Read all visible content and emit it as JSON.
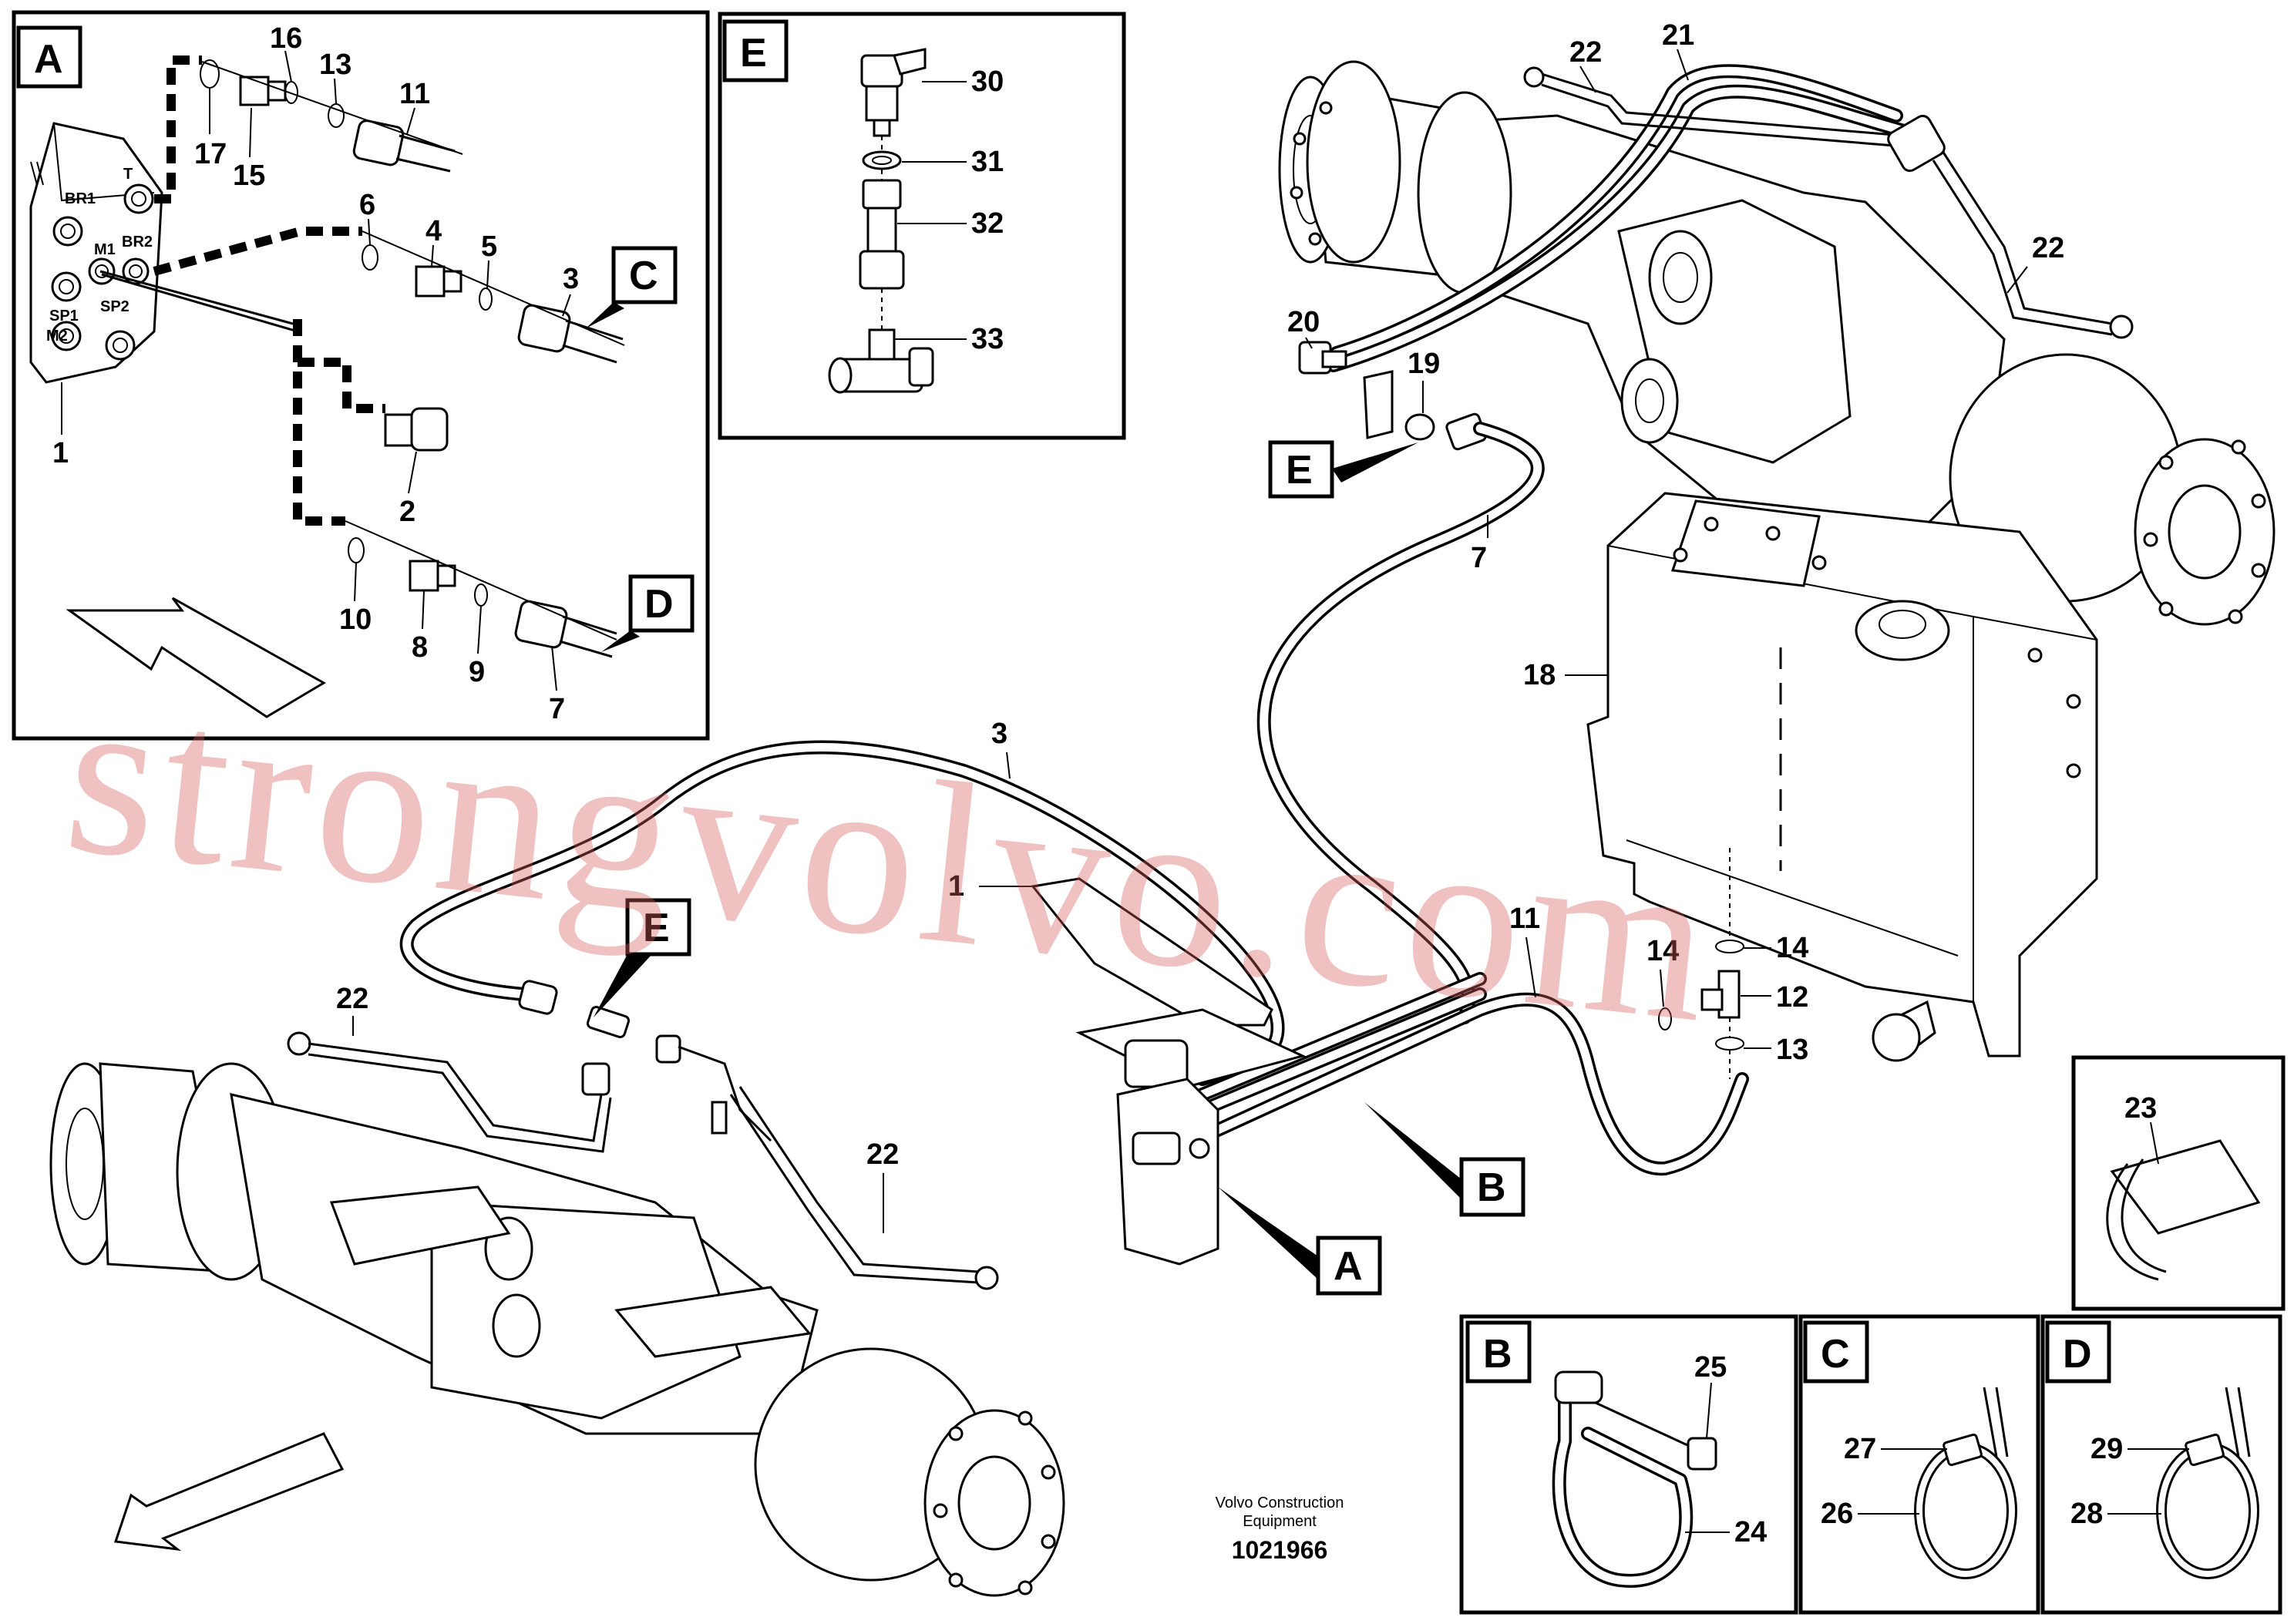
{
  "insets": {
    "A": "A",
    "E": "E",
    "B": "B",
    "C": "C",
    "D": "D"
  },
  "callouts_main": {
    "A": "A",
    "B": "B",
    "C": "C",
    "D": "D",
    "E_upper": "E",
    "E_lower": "E"
  },
  "port_labels": {
    "br1": "BR1",
    "t": "T",
    "m1": "M1",
    "br2": "BR2",
    "sp1": "SP1",
    "m2": "M2",
    "sp2": "SP2"
  },
  "parts": {
    "p1": "1",
    "p2": "2",
    "p3": "3",
    "p4": "4",
    "p5": "5",
    "p6": "6",
    "p7": "7",
    "p8": "8",
    "p9": "9",
    "p10": "10",
    "p11": "11",
    "p12": "12",
    "p13": "13",
    "p14": "14",
    "p15": "15",
    "p16": "16",
    "p17": "17",
    "p18": "18",
    "p19": "19",
    "p20": "20",
    "p21": "21",
    "p22": "22",
    "p23": "23",
    "p24": "24",
    "p25": "25",
    "p26": "26",
    "p27": "27",
    "p28": "28",
    "p29": "29",
    "p30": "30",
    "p31": "31",
    "p32": "32",
    "p33": "33"
  },
  "footer": {
    "company_line1": "Volvo Construction",
    "company_line2": "Equipment",
    "drawing_number": "1021966"
  },
  "watermark": "strongvolvo.com"
}
